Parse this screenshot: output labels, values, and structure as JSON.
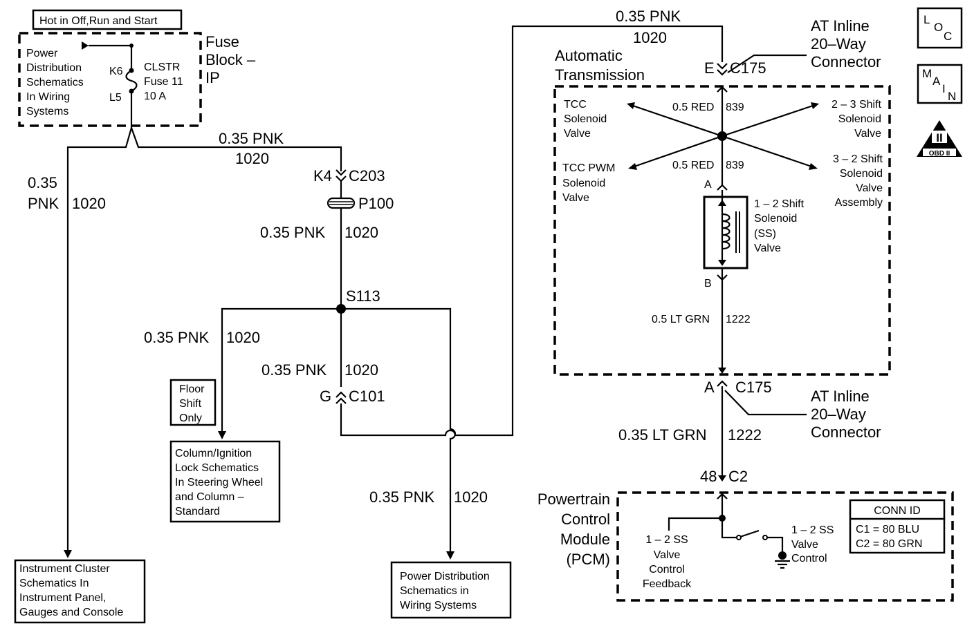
{
  "fuse_block": {
    "hot_label": "Hot in Off,Run and Start",
    "title_line1": "Fuse",
    "title_line2": "Block –",
    "title_line3": "IP",
    "note_lines": [
      "Power",
      "Distribution",
      "Schematics",
      "In Wiring",
      "Systems"
    ],
    "pin_in": "K6",
    "pin_out": "L5",
    "fuse_lines": [
      "CLSTR",
      "Fuse 11",
      "10 A"
    ]
  },
  "wires": {
    "top_gauge": "0.35 PNK",
    "top_circuit": "1020",
    "left_gauge_line1": "0.35",
    "left_gauge_line2": "PNK",
    "left_circuit": "1020",
    "c203_gauge": "0.35 PNK",
    "c203_circuit": "1020",
    "col_gauge": "0.35 PNK",
    "col_circuit": "1020",
    "c101_gauge": "0.35 PNK",
    "c101_circuit": "1020",
    "pd_gauge": "0.35 PNK",
    "pd_circuit": "1020",
    "trans_gauge": "0.35 PNK",
    "trans_circuit": "1020",
    "pcm_gauge": "0.35 LT GRN",
    "pcm_circuit": "1222"
  },
  "connectors": {
    "c203_pin": "K4",
    "c203": "C203",
    "p100": "P100",
    "splice": "S113",
    "c101_pin": "G",
    "c101": "C101",
    "c175_top_pin": "E",
    "c175_top": "C175",
    "c175_bot_pin": "A",
    "c175_bot": "C175",
    "c2_pin": "48",
    "c2": "C2"
  },
  "destinations": {
    "floor_shift": [
      "Floor",
      "Shift",
      "Only"
    ],
    "column": [
      "Column/Ignition",
      "Lock Schematics",
      "In Steering Wheel",
      "and Column –",
      "Standard"
    ],
    "cluster": [
      "Instrument Cluster",
      "Schematics In",
      "Instrument Panel,",
      "Gauges and Console"
    ],
    "power_dist": [
      "Power Distribution",
      "Schematics in",
      "Wiring Systems"
    ]
  },
  "transmission": {
    "title_line1": "Automatic",
    "title_line2": "Transmission",
    "inline_top": [
      "AT Inline",
      "20–Way",
      "Connector"
    ],
    "inline_bot": [
      "AT Inline",
      "20–Way",
      "Connector"
    ],
    "tcc": [
      "TCC",
      "Solenoid",
      "Valve"
    ],
    "tcc_pwm": [
      "TCC PWM",
      "Solenoid",
      "Valve"
    ],
    "shift23": [
      "2 – 3 Shift",
      "Solenoid",
      "Valve"
    ],
    "shift32": [
      "3 – 2 Shift",
      "Solenoid",
      "Valve",
      "Assembly"
    ],
    "red_top_gauge": "0.5 RED",
    "red_top_circuit": "839",
    "red_bot_gauge": "0.5 RED",
    "red_bot_circuit": "839",
    "sol_pin_a": "A",
    "sol_pin_b": "B",
    "sol12": [
      "1 – 2 Shift",
      "Solenoid",
      "(SS)",
      "Valve"
    ],
    "grn_gauge": "0.5 LT GRN",
    "grn_circuit": "1222"
  },
  "pcm": {
    "title": [
      "Powertrain",
      "Control",
      "Module",
      "(PCM)"
    ],
    "feedback": [
      "1 – 2 SS",
      "Valve",
      "Control",
      "Feedback"
    ],
    "control": [
      "1 – 2 SS",
      "Valve",
      "Control"
    ],
    "conn_id_title": "CONN ID",
    "conn_id_rows": [
      "C1 = 80 BLU",
      "C2 = 80 GRN"
    ]
  },
  "icons": {
    "loc_letters": [
      "L",
      "O",
      "C"
    ],
    "main_letters": [
      "M",
      "A",
      "I",
      "N"
    ],
    "obd_roman": "II",
    "obd_label": "OBD II"
  }
}
